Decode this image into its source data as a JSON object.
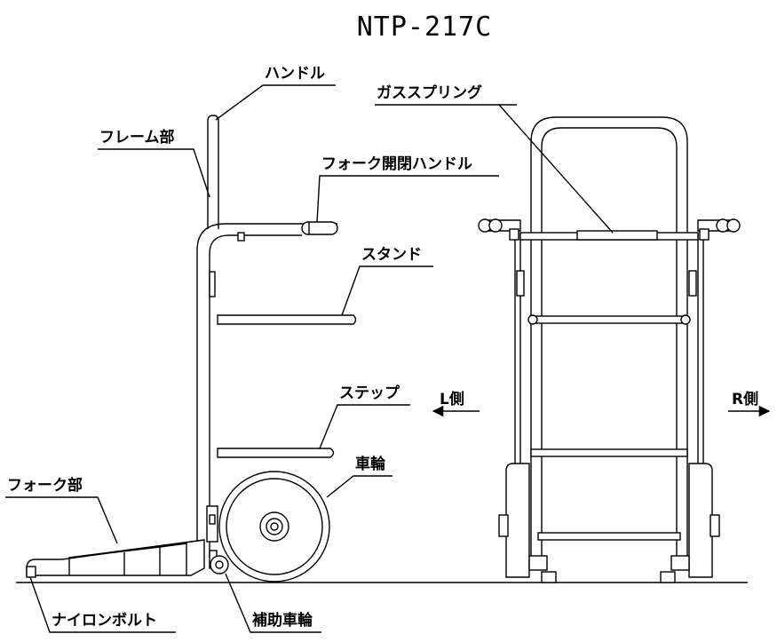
{
  "title": "NTP-217C",
  "labels": {
    "handle": "ハンドル",
    "frame": "フレーム部",
    "fork_handle": "フォーク開閉ハンドル",
    "stand": "スタンド",
    "step": "ステップ",
    "wheel": "車輪",
    "fork": "フォーク部",
    "nylon_bolt": "ナイロンボルト",
    "aux_wheel": "補助車輪",
    "gas_spring": "ガススプリング",
    "left_side": "L側",
    "right_side": "R側"
  }
}
